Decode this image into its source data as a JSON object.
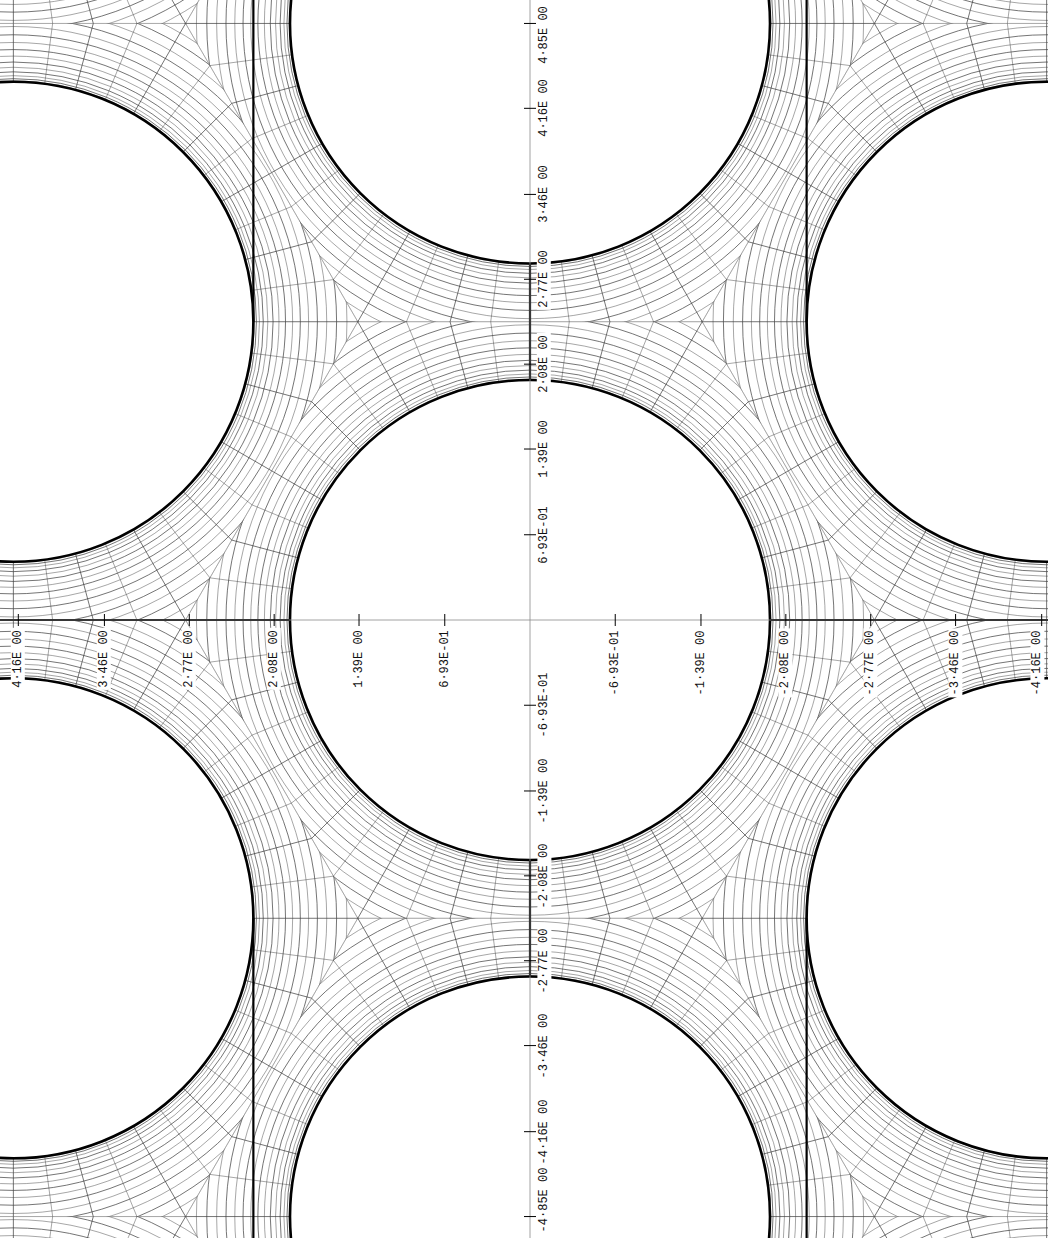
{
  "diagram": {
    "labels": [
      "4·85E 00",
      "4·16E 00",
      "3·46E 00",
      "2·77E 00",
      "2·08E 00",
      "1·39E 00",
      "6·93E-01",
      "-6·93E-01",
      "-1·39E 00",
      "-2·08E 00",
      "-2·77E 00",
      "-3·46E 00",
      "-4·16E 00",
      "-4·85E 00",
      "4·16E 00",
      "3·46E 00",
      "2·77E 00",
      "2·08E 00",
      "1·39E 00",
      "6·93E-01",
      "-6·93E-01",
      "-1·39E 00",
      "-2·08E 00",
      "-2·77E 00",
      "-3·46E 00",
      "-4·16E 00"
    ]
  }
}
